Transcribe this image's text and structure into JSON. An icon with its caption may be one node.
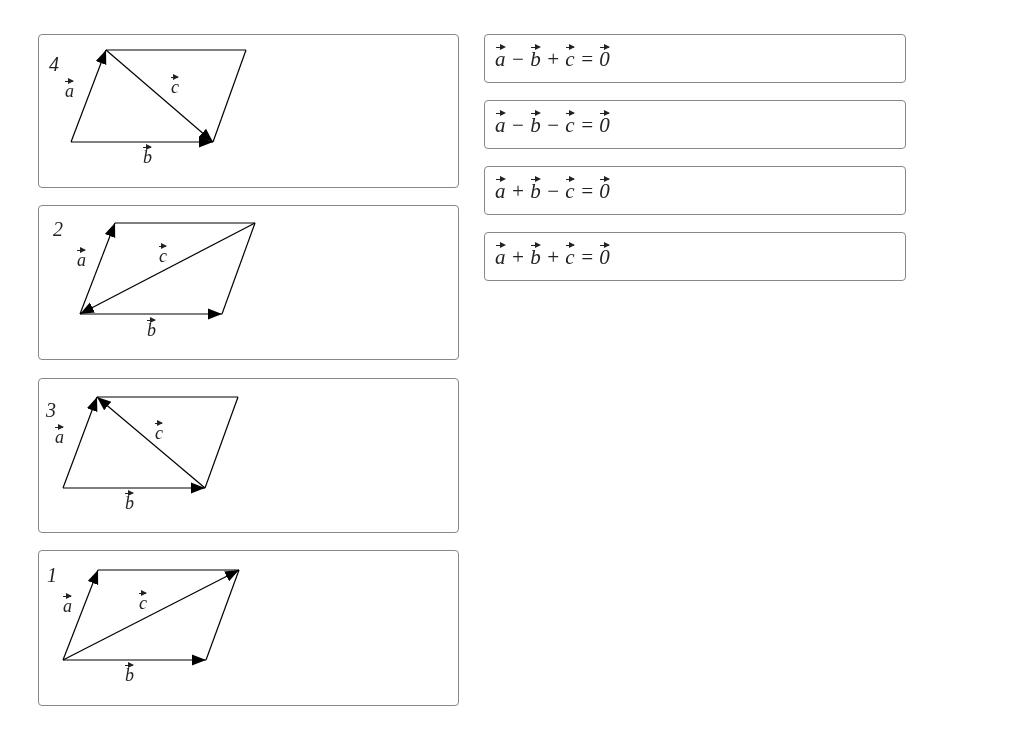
{
  "diagram": {
    "nodes": [
      {
        "text": [
          "4",
          "a⃗",
          "c⃗",
          "b⃗"
        ]
      },
      {
        "text": [
          "2",
          "a⃗",
          "c⃗",
          "b⃗"
        ]
      },
      {
        "text": [
          "3",
          "a⃗",
          "c⃗",
          "b⃗"
        ]
      },
      {
        "text": [
          "1",
          "a⃗",
          "c⃗",
          "b⃗"
        ]
      },
      {
        "text": [
          "a⃗ − b⃗ + c⃗ = 0⃗"
        ]
      },
      {
        "text": [
          "a⃗ − b⃗ − c⃗ = 0⃗"
        ]
      },
      {
        "text": [
          "a⃗ + b⃗ − c⃗ = 0⃗"
        ]
      },
      {
        "text": [
          "a⃗ + b⃗ + c⃗ = 0⃗"
        ]
      }
    ]
  }
}
